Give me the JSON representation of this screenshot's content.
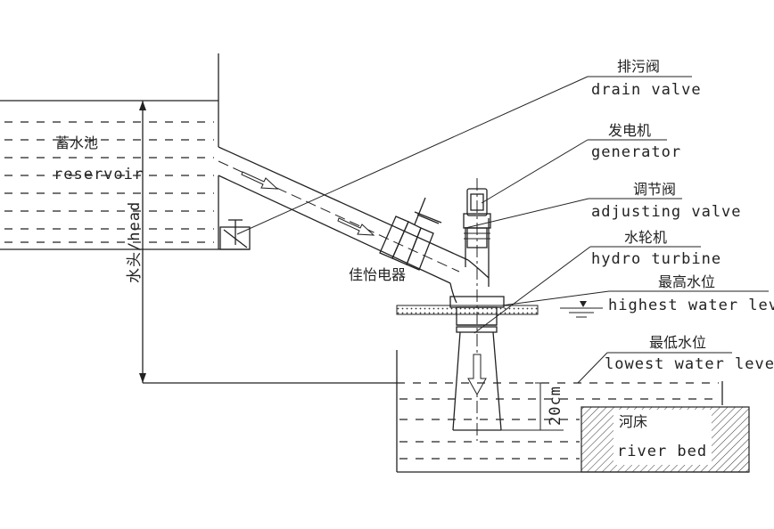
{
  "labels": {
    "drain_valve_cn": "排污阀",
    "drain_valve_en": "drain valve",
    "generator_cn": "发电机",
    "generator_en": "generator",
    "adjusting_valve_cn": "调节阀",
    "adjusting_valve_en": "adjusting valve",
    "hydro_turbine_cn": "水轮机",
    "hydro_turbine_en": "hydro turbine",
    "highest_level_cn": "最高水位",
    "highest_level_en": "highest water level",
    "lowest_level_cn": "最低水位",
    "lowest_level_en": "lowest water level",
    "reservoir_cn": "蓄水池",
    "reservoir_en": "reservoir",
    "head": "水头/head",
    "river_bed_cn": "河床",
    "river_bed_en": "river bed",
    "clearance": "20cm",
    "watermark": "佳怡电器"
  },
  "colors": {
    "line": "#222222",
    "background": "#ffffff"
  }
}
